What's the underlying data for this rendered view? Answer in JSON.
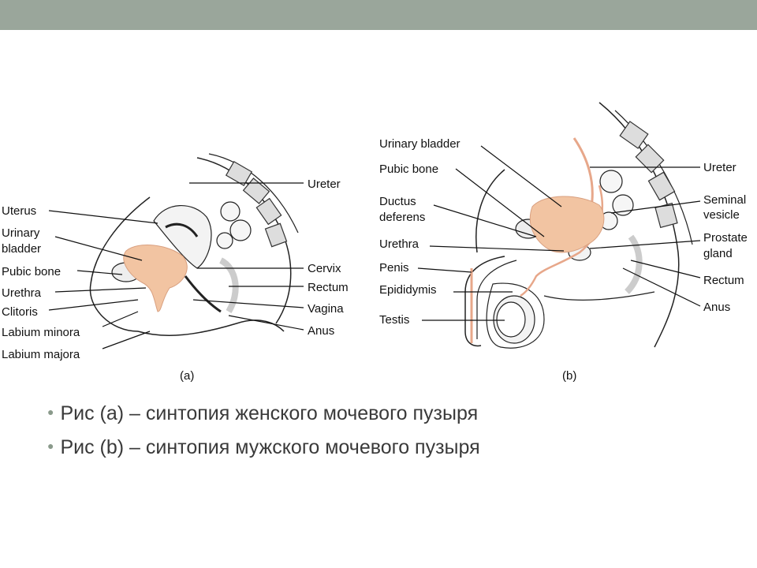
{
  "slide": {
    "accent_color": "#9aa69b",
    "bullets": [
      "Рис (a) – синтопия женского мочевого пузыря",
      "Рис (b) – синтопия мужского мочевого пузыря"
    ]
  },
  "figure_a": {
    "caption": "(a)",
    "labels": {
      "ureter": "Ureter",
      "uterus": "Uterus",
      "urinary_bladder_1": "Urinary",
      "urinary_bladder_2": "bladder",
      "pubic_bone": "Pubic bone",
      "urethra": "Urethra",
      "clitoris": "Clitoris",
      "labium_minora": "Labium minora",
      "labium_majora": "Labium majora",
      "cervix": "Cervix",
      "rectum": "Rectum",
      "vagina": "Vagina",
      "anus": "Anus"
    }
  },
  "figure_b": {
    "caption": "(b)",
    "labels": {
      "urinary_bladder": "Urinary bladder",
      "pubic_bone": "Pubic bone",
      "ductus_deferens_1": "Ductus",
      "ductus_deferens_2": "deferens",
      "urethra": "Urethra",
      "penis": "Penis",
      "epididymis": "Epididymis",
      "testis": "Testis",
      "ureter": "Ureter",
      "seminal_vesicle_1": "Seminal",
      "seminal_vesicle_2": "vesicle",
      "prostate_gland_1": "Prostate",
      "prostate_gland_2": "gland",
      "rectum": "Rectum",
      "anus": "Anus"
    }
  },
  "colors": {
    "bladder": "#f2c4a2",
    "line": "#111111"
  }
}
